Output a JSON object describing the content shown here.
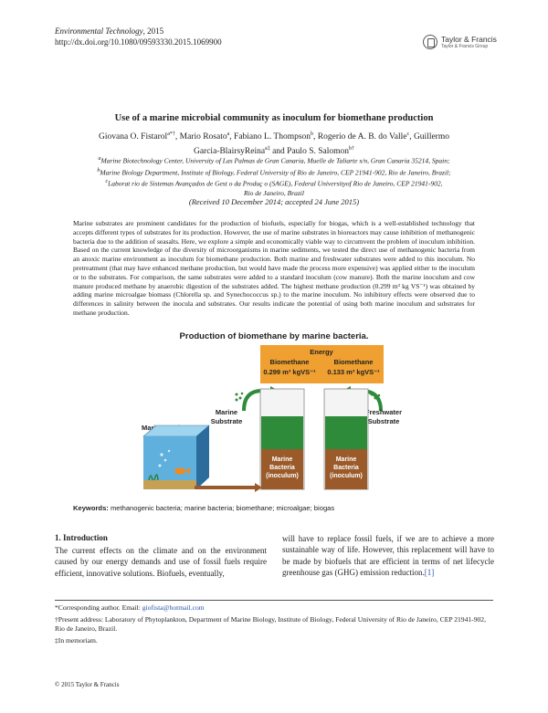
{
  "header": {
    "journal_title": "Environmental Technology",
    "year": ", 2015",
    "doi": "http://dx.doi.org/10.1080/09593330.2015.1069900",
    "publisher_name": "Taylor & Francis",
    "publisher_group": "Taylor & Francis Group"
  },
  "title": "Use of a marine microbial community as inoculum for biomethane production",
  "authors_line1": "Giovana O. Fistarol",
  "authors_sup1": "a*†",
  "authors_line1b": ", Mario Rosato",
  "authors_sup2": "a",
  "authors_line1c": ", Fabiano L. Thompson",
  "authors_sup3": "b",
  "authors_line1d": ", Rogerio de A. B. do Valle",
  "authors_sup4": "c",
  "authors_line1e": ", Guillermo",
  "authors_line2": "Garcia-BlairsyReina",
  "authors_sup5": "a‡",
  "authors_line2b": " and Paulo S. Salomon",
  "authors_sup6": "b†",
  "affiliations": [
    "Marine Biotechnology Center, University of Las Palmas de Gran Canaria, Muelle de Taliarte s/n, Gran Canaria 35214, Spain;",
    "Marine Biology Department, Institute of Biology, Federal University of Rio de Janeiro, CEP 21941-902, Rio de Janeiro, Brazil;",
    "Laborat rio de Sistemas Avançados de Gest o da Produç o (SAGE), Federal Universityof Rio de Janeiro, CEP 21941-902,",
    "Rio de Janeiro, Brazil"
  ],
  "affil_sups": [
    "a",
    "b",
    "c"
  ],
  "received": "(Received 10 December 2014; accepted 24 June 2015)",
  "abstract": "Marine substrates are prominent candidates for the production of biofuels, especially for biogas, which is a well-established technology that accepts different types of substrates for its production. However, the use of marine substrates in bioreactors may cause inhibition of methanogenic bacteria due to the addition of seasalts. Here, we explore a simple and economically viable way to circumvent the problem of inoculum inhibition. Based on the current knowledge of the diversity of microorganisms in marine sediments, we tested the direct use of methanogenic bacteria from an anoxic marine environment as inoculum for biomethane production. Both marine and freshwater substrates were added to this inoculum. No pretreatment (that may have enhanced methane production, but would have made the process more expensive) was applied either to the inoculum or to the substrates. For comparison, the same substrates were added to a standard inoculum (cow manure). Both the marine inoculum and cow manure produced methane by anaerobic digestion of the substrates added. The highest methane production (0.299 m³ kg VS⁻¹) was obtained by adding marine microalgae biomass (Chlorella sp. and Synechococcus sp.) to the marine inoculum. No inhibitory effects were observed due to differences in salinity between the inocula and substrates. Our results indicate the potential of using both marine inoculum and substrates for methane production.",
  "figure": {
    "title": "Production of biomethane by marine bacteria.",
    "energy": "Energy",
    "box1_l1": "Biomethane",
    "box1_l2": "0.299 m³ kgVS⁻¹",
    "box2_l1": "Biomethane",
    "box2_l2": "0.133 m³ kgVS⁻¹",
    "marine_substrate_l1": "Marine",
    "marine_substrate_l2": "Substrate",
    "fresh_substrate_l1": "Freshwater",
    "fresh_substrate_l2": "Substrate",
    "marine_env": "Marine Environment",
    "bact1_l1": "Marine",
    "bact1_l2": "Bacteria",
    "bact1_l3": "(inoculum)",
    "bact2_l1": "Marine",
    "bact2_l2": "Bacteria",
    "bact2_l3": "(inoculum)",
    "colors": {
      "orange": "#f0a030",
      "green": "#2e8b3a",
      "brown": "#9b5a2a",
      "water": "#5fb0dc"
    }
  },
  "keywords_label": "Keywords:",
  "keywords": " methanogenic bacteria; marine bacteria; biomethane; microalgae; biogas",
  "intro_heading": "1.   Introduction",
  "intro_col1": "The current effects on the climate and on the environment caused by our energy demands and use of fossil fuels require efficient, innovative solutions. Biofuels, eventually,",
  "intro_col2": "will have to replace fossil fuels, if we are to achieve a more sustainable way of life. However, this replacement will have to be made by biofuels that are efficient in terms of net lifecycle greenhouse gas (GHG) emission reduction.",
  "intro_ref": "[1]",
  "footnotes": {
    "corresp_label": "*Corresponding author. Email: ",
    "corresp_email": "giofista@hotmail.com",
    "present": "†Present address: Laboratory of Phytoplankton, Department of Marine Biology, Institute of Biology, Federal University of Rio de Janeiro, CEP 21941-902, Rio de Janeiro, Brazil.",
    "memoriam": "‡In memoriam."
  },
  "copyright": "© 2015 Taylor & Francis"
}
